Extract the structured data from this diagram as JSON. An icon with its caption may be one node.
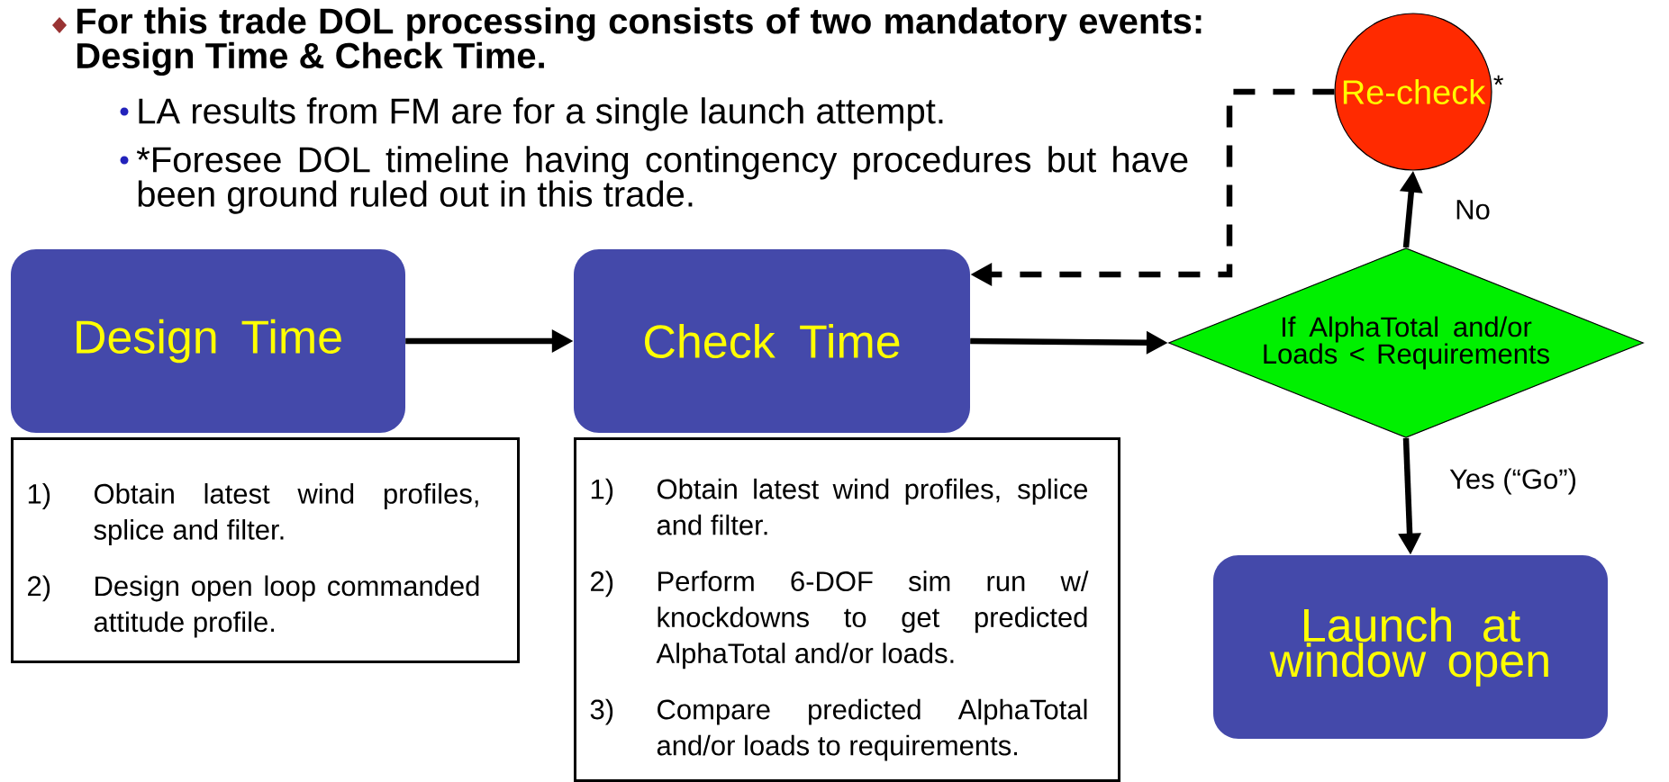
{
  "diagram": {
    "nodes": [
      {
        "text": [
          "Design Time"
        ]
      },
      {
        "text": [
          "Check Time"
        ]
      },
      {
        "text": [
          "If AlphaTotal and/or Loads < Requirements"
        ]
      },
      {
        "text": [
          "Re-check"
        ],
        "beside": [
          "*"
        ]
      },
      {
        "text": [
          "Launch at window open"
        ]
      },
      {
        "text": [
          "1)",
          "Obtain latest wind profiles, splice and filter.",
          "2)",
          "Design open loop commanded attitude profile."
        ]
      },
      {
        "text": [
          "1)",
          "Obtain latest wind profiles, splice and filter.",
          "2)",
          "Perform 6-DOF sim run w/ knockdowns to get predicted AlphaTotal and/or loads.",
          "3)",
          "Compare predicted AlphaTotal and/or loads to requirements."
        ]
      }
    ],
    "edges": [
      {
        "from": 0,
        "to": 1,
        "arrow": "to"
      },
      {
        "from": 1,
        "to": 2,
        "arrow": "to"
      },
      {
        "from": 2,
        "to": 3,
        "arrow": "to",
        "label": "No"
      },
      {
        "from": 2,
        "to": 4,
        "arrow": "to",
        "label": "Yes (“Go”)"
      },
      {
        "from": 3,
        "to": 1,
        "arrow": "to",
        "style": "dashed"
      }
    ],
    "labels": [
      "For this trade DOL processing consists of two mandatory events:  Design Time & Check Time.",
      "LA results from FM are for a single launch attempt.",
      "*Foresee DOL timeline having contingency procedures but have been ground ruled out in this trade."
    ]
  }
}
